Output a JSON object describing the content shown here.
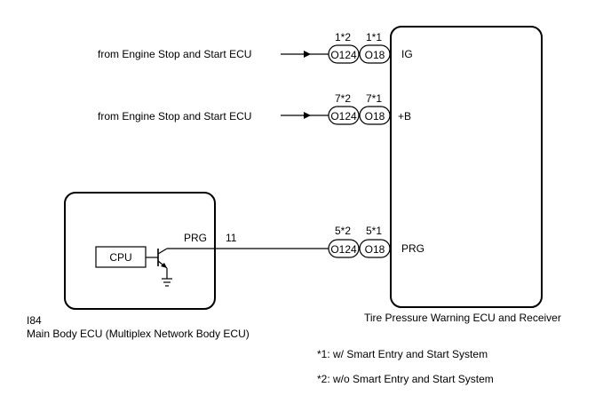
{
  "receiver": {
    "label": "Tire Pressure Warning ECU and Receiver",
    "terminals": [
      "IG",
      "+B",
      "PRG"
    ]
  },
  "main_body_ecu": {
    "code": "I84",
    "label": "Main Body ECU (Multiplex Network Body ECU)",
    "cpu_label": "CPU",
    "terminal_name": "PRG",
    "pin": "11"
  },
  "sources": {
    "ig_source": "from Engine Stop and Start ECU",
    "b_source": "from Engine Stop and Start ECU"
  },
  "connectors": {
    "row1": {
      "pin_a": "1*2",
      "pin_b": "1*1",
      "conn_a": "O124",
      "conn_b": "O18"
    },
    "row2": {
      "pin_a": "7*2",
      "pin_b": "7*1",
      "conn_a": "O124",
      "conn_b": "O18"
    },
    "row3": {
      "pin_a": "5*2",
      "pin_b": "5*1",
      "conn_a": "O124",
      "conn_b": "O18"
    }
  },
  "notes": {
    "note1": "*1: w/ Smart Entry and Start System",
    "note2": "*2: w/o Smart Entry and Start System"
  }
}
